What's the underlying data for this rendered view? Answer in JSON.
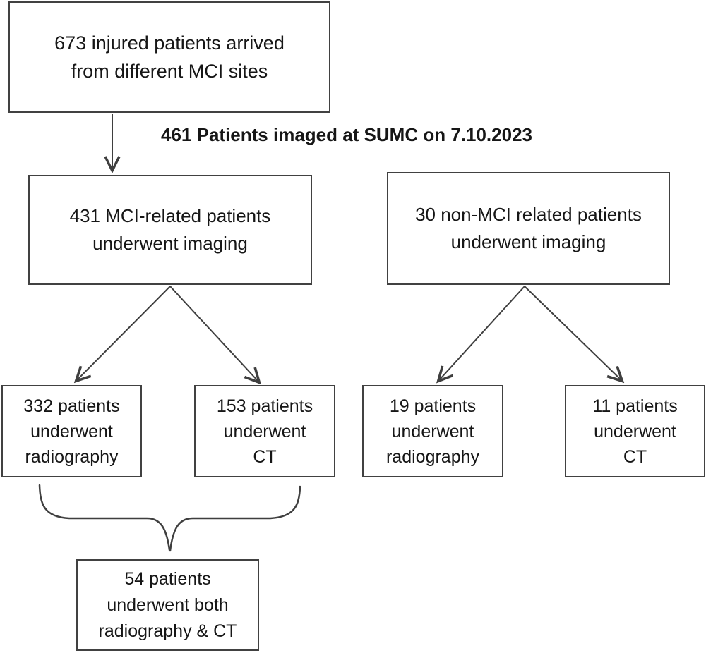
{
  "colors": {
    "background": "#ffffff",
    "line": "#3f3f3f",
    "text": "#161616"
  },
  "labels": {
    "imaged_at_sumc": "461 Patients imaged at SUMC on 7.10.2023"
  },
  "nodes": {
    "total": {
      "lines": [
        "673 injured patients arrived",
        "from different MCI sites"
      ]
    },
    "mci": {
      "lines": [
        "431 MCI-related patients",
        "underwent imaging"
      ]
    },
    "non_mci": {
      "lines": [
        "30 non-MCI related patients",
        "underwent imaging"
      ]
    },
    "mci_radiography": {
      "lines": [
        "332 patients",
        "underwent",
        "radiography"
      ]
    },
    "mci_ct": {
      "lines": [
        "153 patients",
        "underwent",
        "CT"
      ]
    },
    "non_mci_radiography": {
      "lines": [
        "19 patients",
        "underwent",
        "radiography"
      ]
    },
    "non_mci_ct": {
      "lines": [
        "11 patients",
        "underwent",
        "CT"
      ]
    },
    "both": {
      "lines": [
        "54 patients",
        "underwent both",
        "radiography & CT"
      ]
    }
  }
}
